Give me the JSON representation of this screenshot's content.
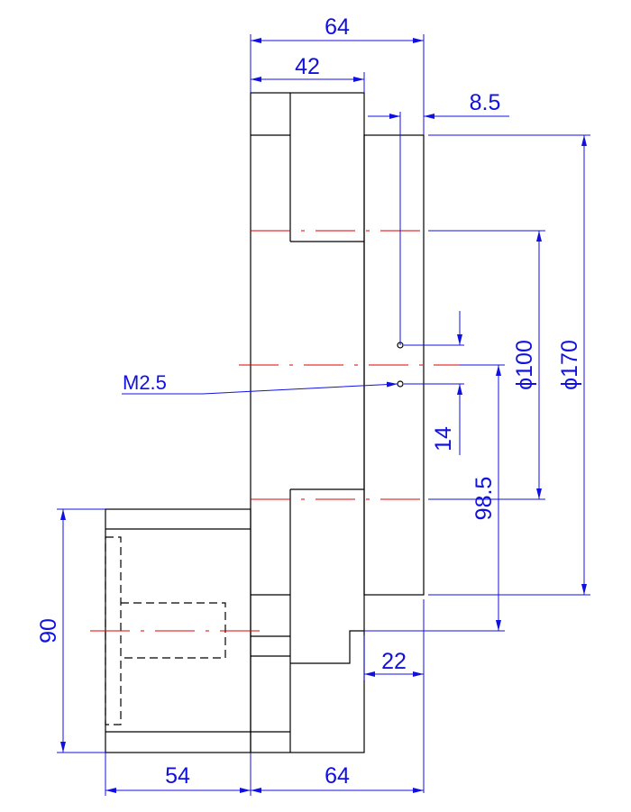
{
  "colors": {
    "geometry": "#000000",
    "dimension": "#1010e0",
    "centerline": "#e00000"
  },
  "dimensions": {
    "top_overall_width": "64",
    "top_inner_width": "42",
    "offset": "8.5",
    "bore_diameter": "ϕ100",
    "outer_diameter": "ϕ170",
    "hole_spacing": "14",
    "motor_center_distance": "98.5",
    "bottom_step": "22",
    "motor_height": "90",
    "motor_length": "54",
    "bottom_overall_width": "64"
  },
  "callouts": {
    "thread": "M2.5"
  }
}
